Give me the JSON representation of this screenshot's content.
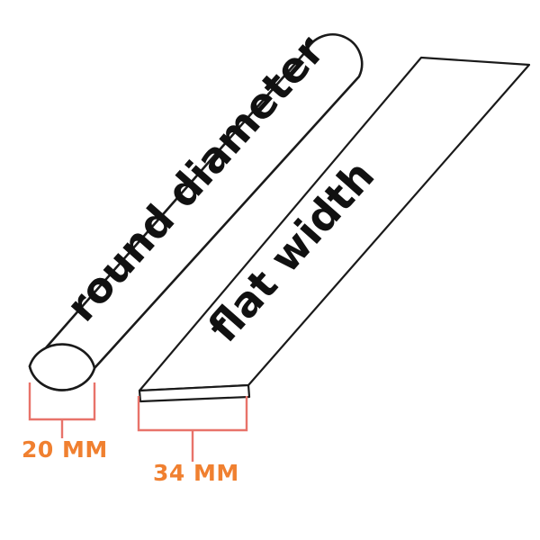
{
  "diagram": {
    "background_color": "#ffffff",
    "outline_color": "#1a1a1a",
    "dimension_line_color": "#e8736a",
    "dimension_text_color": "#f08030",
    "shapes": {
      "round_tube": {
        "label": "round diameter",
        "dimension_value": "20 MM"
      },
      "flat_bar": {
        "label": "flat width",
        "dimension_value": "34 MM"
      }
    }
  },
  "labels": {
    "round_diameter": "round diameter",
    "flat_width": "flat width"
  },
  "dimensions": {
    "round": {
      "value": "20 MM",
      "measure": 20,
      "unit": "MM"
    },
    "flat": {
      "value": "34 MM",
      "measure": 34,
      "unit": "MM"
    }
  }
}
